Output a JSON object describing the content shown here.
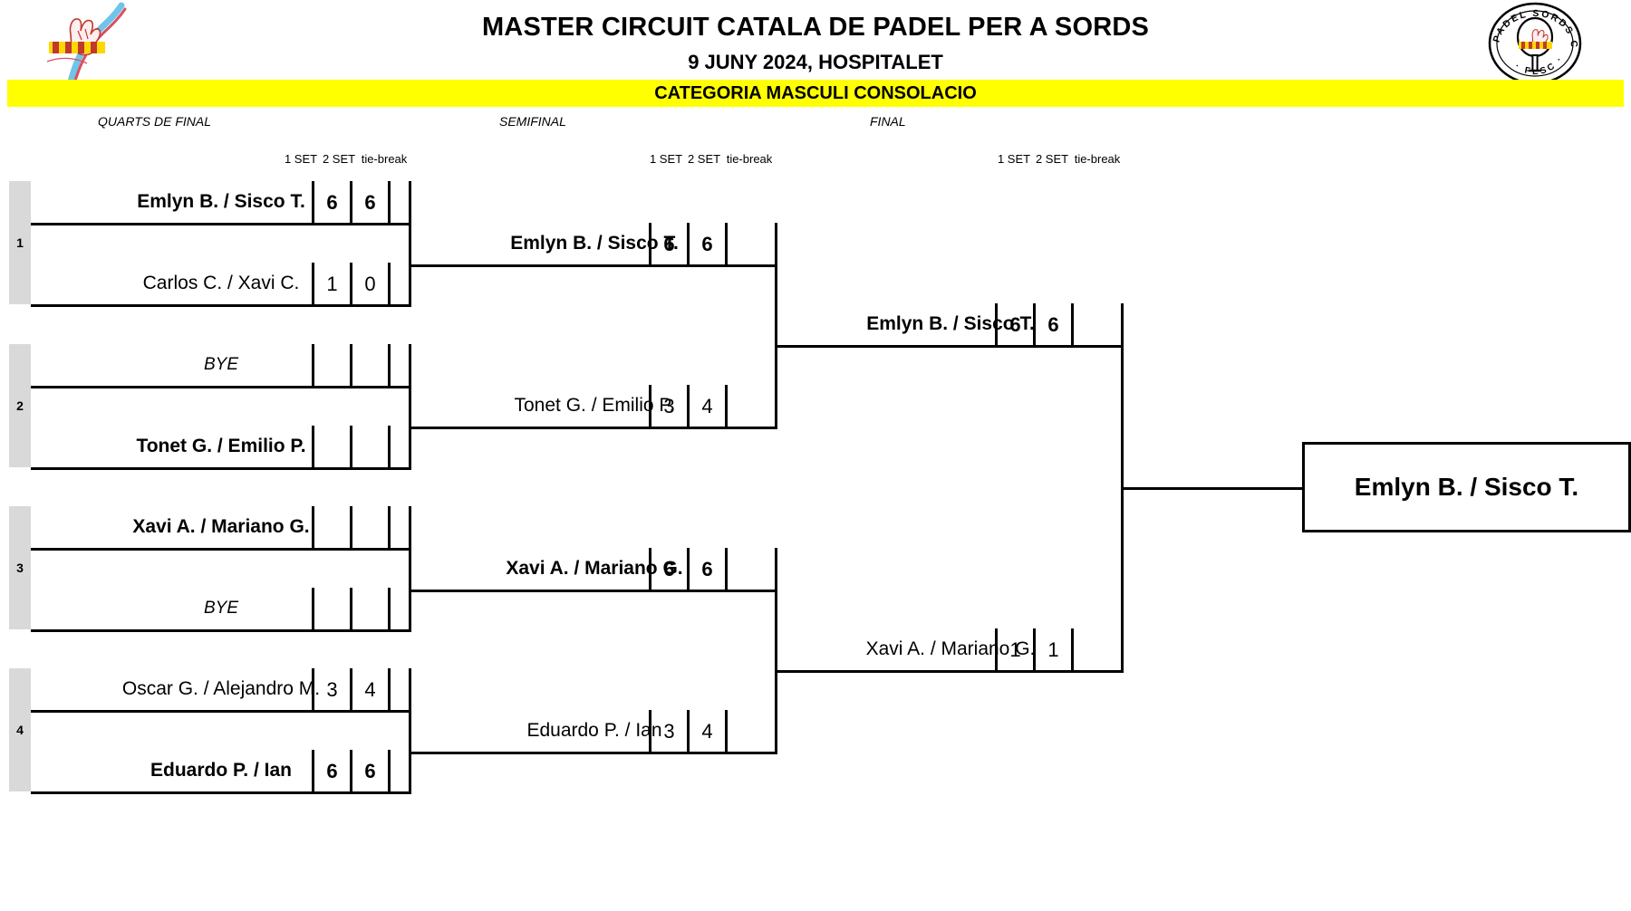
{
  "header": {
    "title": "MASTER CIRCUIT CATALA DE PADEL PER A SORDS",
    "subtitle": "9 JUNY 2024, HOSPITALET",
    "category": "CATEGORIA  MASCULI CONSOLACIO",
    "banner_color": "#ffff00",
    "logo_left_name": "fesoca-logo",
    "logo_right_name": "padel-sords-catalunya-logo",
    "logo_right_text_top": "PADEL SORDS CATALUNYA",
    "logo_right_text_bottom": "FESC"
  },
  "rounds": [
    {
      "label": "QUARTS DE FINAL"
    },
    {
      "label": "SEMIFINAL"
    },
    {
      "label": "FINAL"
    }
  ],
  "score_headers": {
    "set1": "1 SET",
    "set2": "2 SET",
    "tiebreak": "tie-break"
  },
  "quarterfinals": [
    {
      "seed": "1",
      "top": {
        "name": "Emlyn B. / Sisco T.",
        "set1": "6",
        "set2": "6",
        "tiebreak": "",
        "winner": true,
        "bye": false
      },
      "bottom": {
        "name": "Carlos C. / Xavi C.",
        "set1": "1",
        "set2": "0",
        "tiebreak": "",
        "winner": false,
        "bye": false
      }
    },
    {
      "seed": "2",
      "top": {
        "name": "BYE",
        "set1": "",
        "set2": "",
        "tiebreak": "",
        "winner": false,
        "bye": true
      },
      "bottom": {
        "name": "Tonet G. / Emilio P.",
        "set1": "",
        "set2": "",
        "tiebreak": "",
        "winner": true,
        "bye": false
      }
    },
    {
      "seed": "3",
      "top": {
        "name": "Xavi A. / Mariano G.",
        "set1": "",
        "set2": "",
        "tiebreak": "",
        "winner": true,
        "bye": false
      },
      "bottom": {
        "name": "BYE",
        "set1": "",
        "set2": "",
        "tiebreak": "",
        "winner": false,
        "bye": true
      }
    },
    {
      "seed": "4",
      "top": {
        "name": "Oscar G. / Alejandro M.",
        "set1": "3",
        "set2": "4",
        "tiebreak": "",
        "winner": false,
        "bye": false
      },
      "bottom": {
        "name": "Eduardo P. / Ian",
        "set1": "6",
        "set2": "6",
        "tiebreak": "",
        "winner": true,
        "bye": false
      }
    }
  ],
  "semifinals": [
    {
      "top": {
        "name": "Emlyn B. / Sisco T.",
        "set1": "6",
        "set2": "6",
        "tiebreak": "",
        "winner": true,
        "bye": false
      },
      "bottom": {
        "name": "Tonet G. / Emilio P.",
        "set1": "3",
        "set2": "4",
        "tiebreak": "",
        "winner": false,
        "bye": false
      }
    },
    {
      "top": {
        "name": "Xavi A. / Mariano G.",
        "set1": "6",
        "set2": "6",
        "tiebreak": "",
        "winner": true,
        "bye": false
      },
      "bottom": {
        "name": "Eduardo P. / Ian",
        "set1": "3",
        "set2": "4",
        "tiebreak": "",
        "winner": false,
        "bye": false
      }
    }
  ],
  "final": {
    "top": {
      "name": "Emlyn B. / Sisco T.",
      "set1": "6",
      "set2": "6",
      "tiebreak": "",
      "winner": true,
      "bye": false
    },
    "bottom": {
      "name": "Xavi A. / Mariano G.",
      "set1": "1",
      "set2": "1",
      "tiebreak": "",
      "winner": false,
      "bye": false
    }
  },
  "champion": {
    "name": "Emlyn B. / Sisco T."
  }
}
